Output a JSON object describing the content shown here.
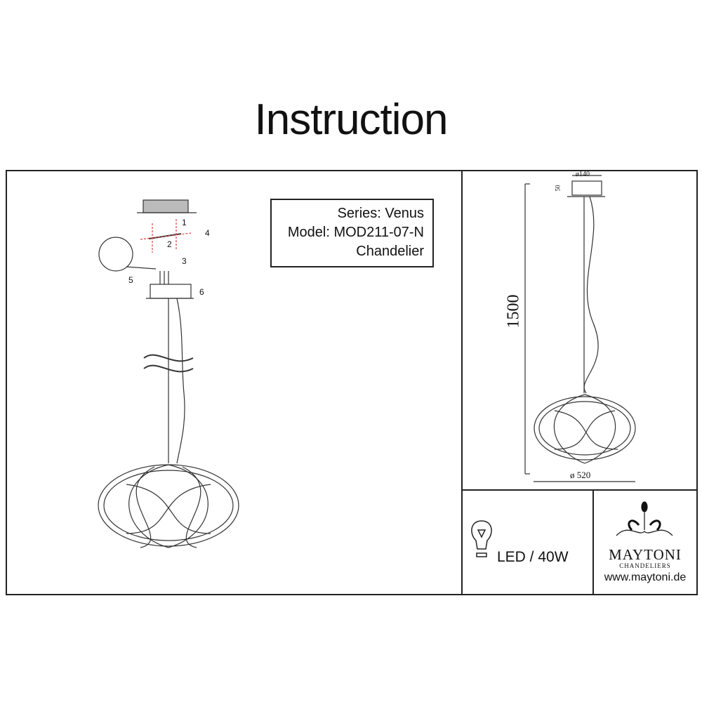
{
  "title": "Instruction",
  "info": {
    "series": "Series: Venus",
    "model": "Model: MOD211-07-N",
    "type": "Chandelier"
  },
  "steps": [
    "1",
    "2",
    "3",
    "4",
    "5",
    "6"
  ],
  "dimensions": {
    "canopy_diameter": "ø140",
    "canopy_height": "50",
    "height": "1500",
    "shade_diameter": "ø 520"
  },
  "spec": {
    "lamp": "LED / 40W"
  },
  "brand": {
    "name": "MAYTONI",
    "tagline": "CHANDELIERS",
    "url": "www.maytoni.de"
  }
}
